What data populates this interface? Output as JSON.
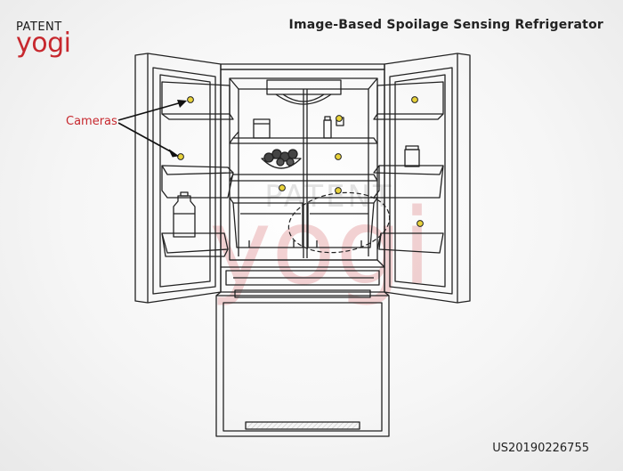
{
  "logo": {
    "line1": "PATENT",
    "line2": "yogi"
  },
  "title": "Image-Based Spoilage Sensing Refrigerator",
  "callout": {
    "label": "Cameras"
  },
  "patent_number": "US20190226755",
  "watermark": {
    "line1": "PATENT",
    "line2": "yogi"
  },
  "colors": {
    "accent": "#c7282e",
    "line": "#222222",
    "camera": "#e8d23a"
  }
}
